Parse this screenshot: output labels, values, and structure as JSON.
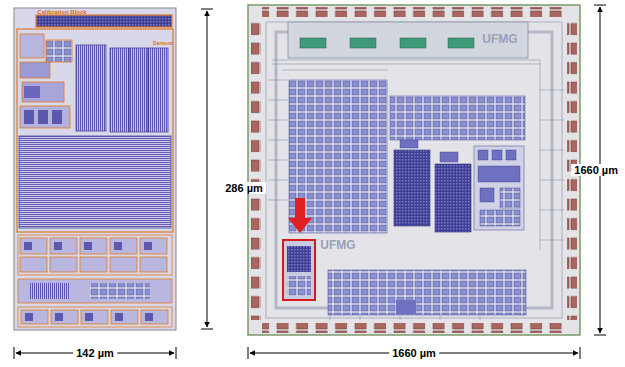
{
  "diagram": {
    "labels": [
      "Calibration Block",
      "Sensor",
      "286 µm",
      "142 µm",
      "UFMG",
      "UFMG",
      "1660 µm",
      "1660 µm"
    ]
  }
}
